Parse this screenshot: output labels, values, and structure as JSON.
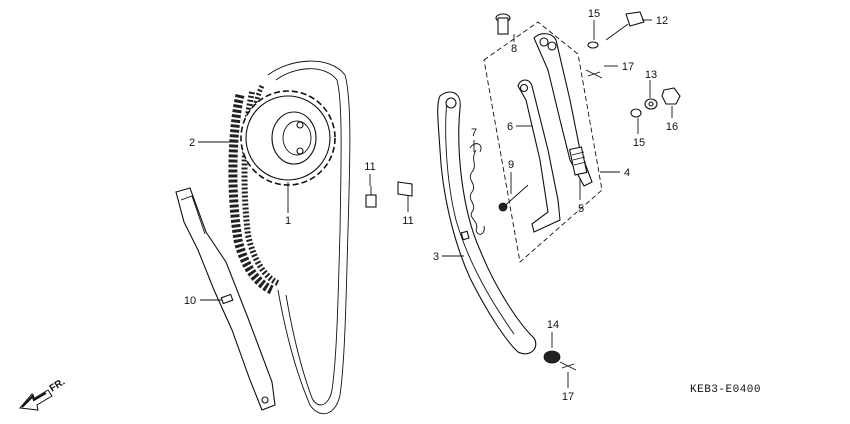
{
  "diagram_code": "KEB3-E0400",
  "direction_label": "FR.",
  "callouts": [
    {
      "id": "c1",
      "text": "1"
    },
    {
      "id": "c2",
      "text": "2"
    },
    {
      "id": "c3",
      "text": "3"
    },
    {
      "id": "c4",
      "text": "4"
    },
    {
      "id": "c5",
      "text": "5"
    },
    {
      "id": "c6",
      "text": "6"
    },
    {
      "id": "c7",
      "text": "7"
    },
    {
      "id": "c8",
      "text": "8"
    },
    {
      "id": "c9",
      "text": "9"
    },
    {
      "id": "c10",
      "text": "10"
    },
    {
      "id": "c11a",
      "text": "11"
    },
    {
      "id": "c11b",
      "text": "11"
    },
    {
      "id": "c12",
      "text": "12"
    },
    {
      "id": "c13",
      "text": "13"
    },
    {
      "id": "c14",
      "text": "14"
    },
    {
      "id": "c15a",
      "text": "15"
    },
    {
      "id": "c15b",
      "text": "15"
    },
    {
      "id": "c16",
      "text": "16"
    },
    {
      "id": "c17a",
      "text": "17"
    },
    {
      "id": "c17b",
      "text": "17"
    }
  ]
}
